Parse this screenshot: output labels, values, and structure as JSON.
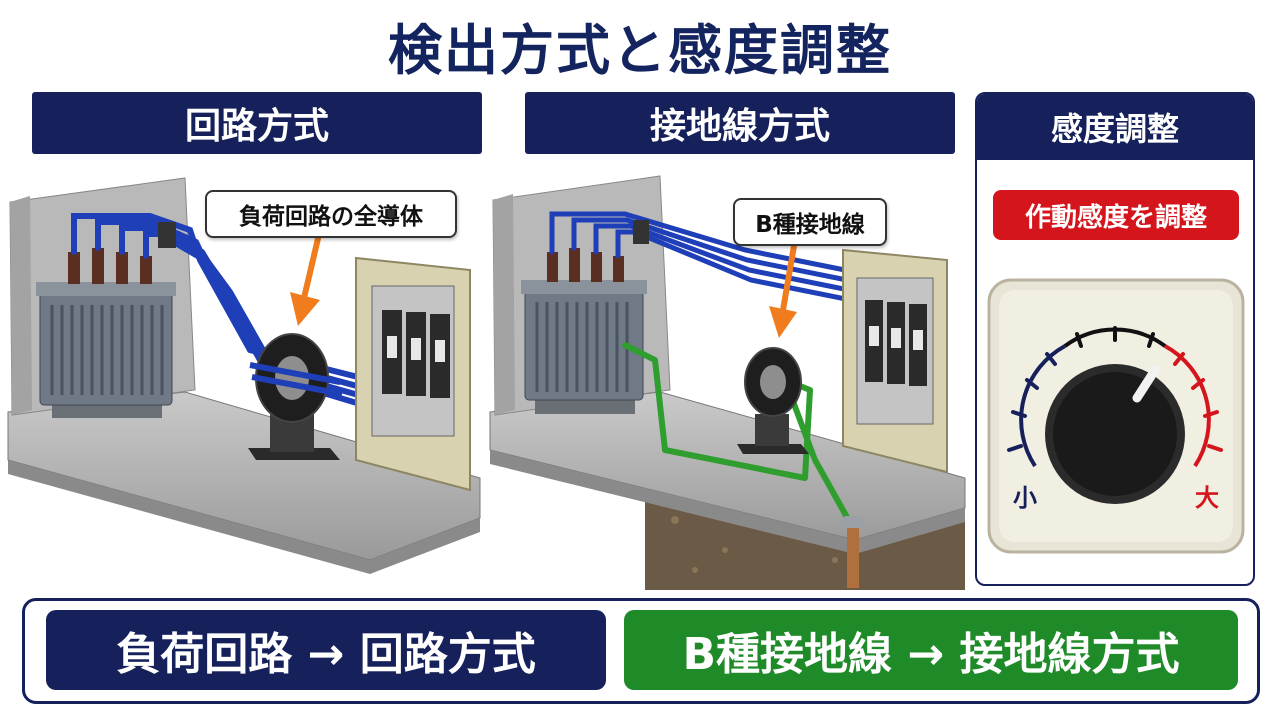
{
  "title": "検出方式と感度調整",
  "panels": {
    "circuit": {
      "header": "回路方式",
      "callout": "負荷回路の全導体"
    },
    "ground": {
      "header": "接地線方式",
      "callout": "B種接地線"
    },
    "adjust": {
      "header": "感度調整",
      "pill": "作動感度を調整",
      "low_label": "小",
      "high_label": "大"
    }
  },
  "summary": {
    "left": "負荷回路 → 回路方式",
    "right": "B種接地線 → 接地線方式"
  },
  "colors": {
    "navy": "#16215c",
    "title": "#14245e",
    "red": "#d4161c",
    "green": "#1f8a28",
    "arrow": "#f07c1e",
    "cable_blue": "#1f3fb8",
    "ground_green": "#2f9e2f"
  },
  "icons": [
    "transformer-icon",
    "ct-ring-icon",
    "switchboard-icon",
    "ground-rod-icon",
    "dial-knob-icon",
    "arrow-down-icon"
  ]
}
